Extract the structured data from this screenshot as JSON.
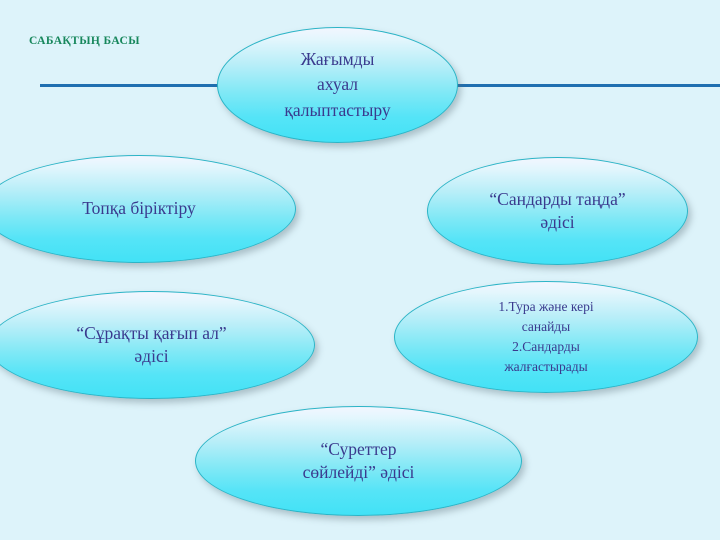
{
  "slide": {
    "title": "САБАҚТЫҢ БАСЫ",
    "background_color": "#ddf3fa",
    "divider_color": "#1f6fb0",
    "title_color": "#17875c",
    "node_text_color": "#3a3a8e",
    "node_outline_color": "#2cb4c6"
  },
  "nodes": {
    "top": "Жағымды\nахуал\nқалыптастыру",
    "group": "Топқа біріктіру",
    "numbers_method": "“Сандарды таңда”\nәдісі",
    "question_method": "“Сұрақты қағып ал”\nәдісі",
    "counting_tasks": "1.Тура және кері\nсанайды\n2.Сандарды\nжалғастырады",
    "pictures_method": "“Суреттер\nсөйлейді” әдісі"
  }
}
